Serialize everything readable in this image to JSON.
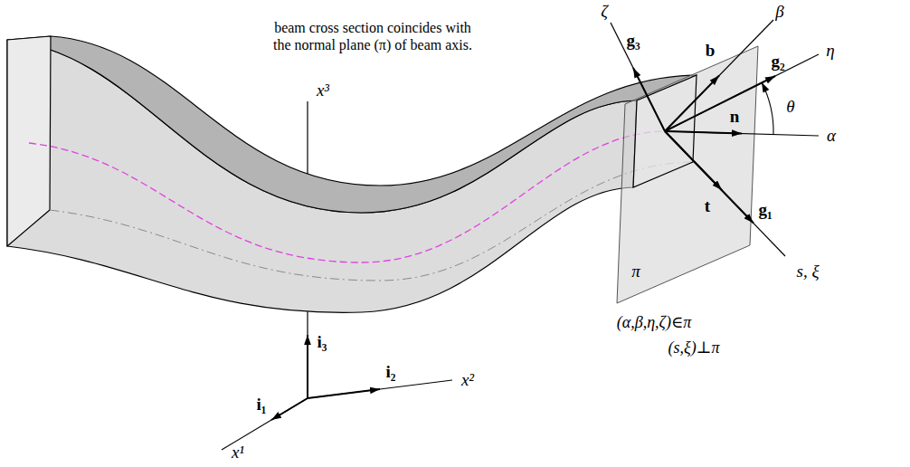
{
  "diagram": {
    "labels": [
      "beam cross section coincides with the normal plane (π) of beam axis.",
      "ζ",
      "β",
      "g₃",
      "b",
      "g₂",
      "η",
      "θ",
      "n",
      "α",
      "t",
      "g₁",
      "s, ξ",
      "π",
      "(α,β,η,ζ)∈π",
      "(s,ξ)⊥π",
      "x³",
      "i₃",
      "i₂",
      "x²",
      "i₁",
      "x¹"
    ]
  }
}
